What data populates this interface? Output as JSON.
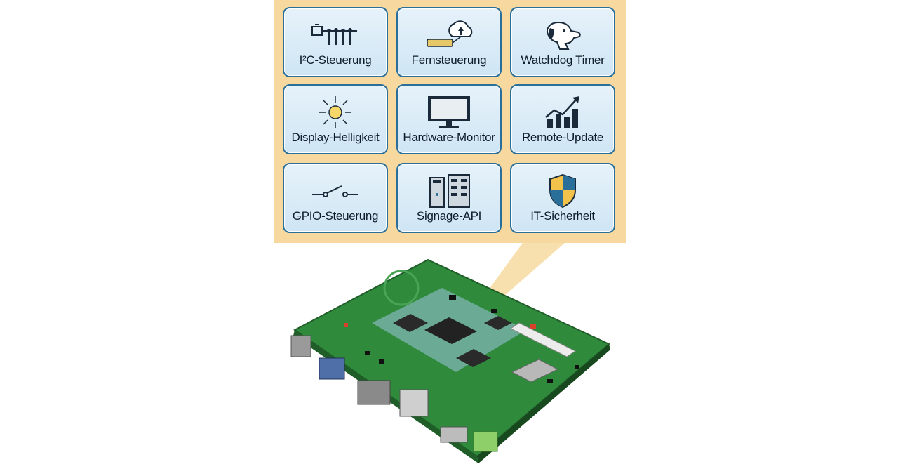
{
  "tiles": [
    {
      "label": "I²C-Steuerung",
      "icon": "i2c-bus-icon"
    },
    {
      "label": "Fernsteuerung",
      "icon": "cloud-remote-icon"
    },
    {
      "label": "Watchdog Timer",
      "icon": "dog-icon"
    },
    {
      "label": "Display-Helligkeit",
      "icon": "sun-icon"
    },
    {
      "label": "Hardware-Monitor",
      "icon": "monitor-icon"
    },
    {
      "label": "Remote-Update",
      "icon": "chart-arrow-icon"
    },
    {
      "label": "GPIO-Steuerung",
      "icon": "switch-icon"
    },
    {
      "label": "Signage-API",
      "icon": "server-icon"
    },
    {
      "label": "IT-Sicherheit",
      "icon": "shield-icon"
    }
  ],
  "colors": {
    "panel": "#f7d9a0",
    "tile_border": "#2a6f9a",
    "tile_fill": "#d8eaf6",
    "board": "#2f8a3c"
  }
}
